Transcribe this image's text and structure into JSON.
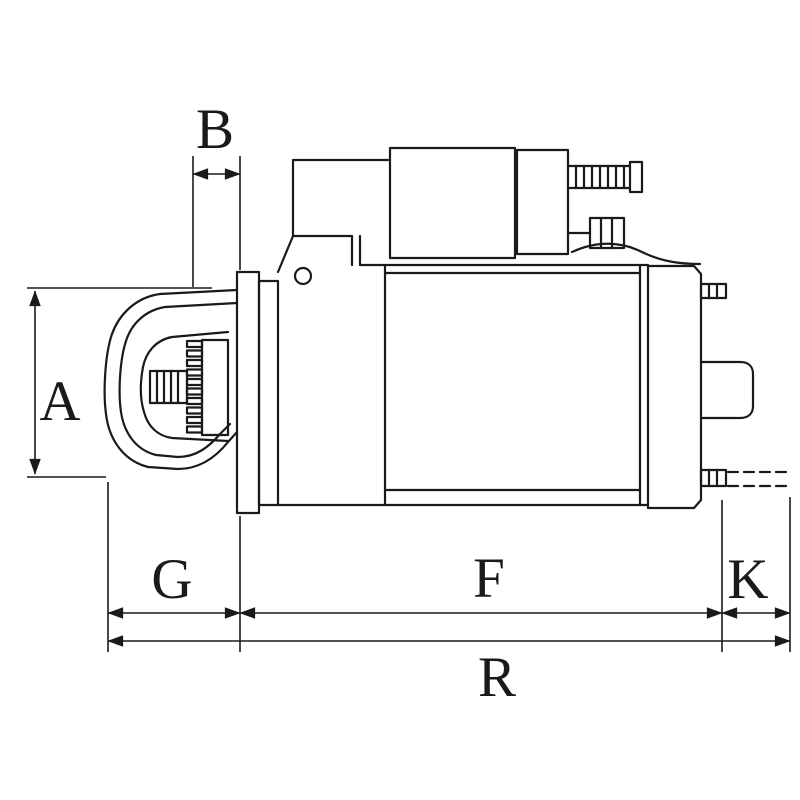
{
  "drawing": {
    "background": "#ffffff",
    "line_color": "#1a1a1a",
    "labels": {
      "a": "A",
      "b": "B",
      "g": "G",
      "f": "F",
      "k": "K",
      "r": "R"
    }
  }
}
